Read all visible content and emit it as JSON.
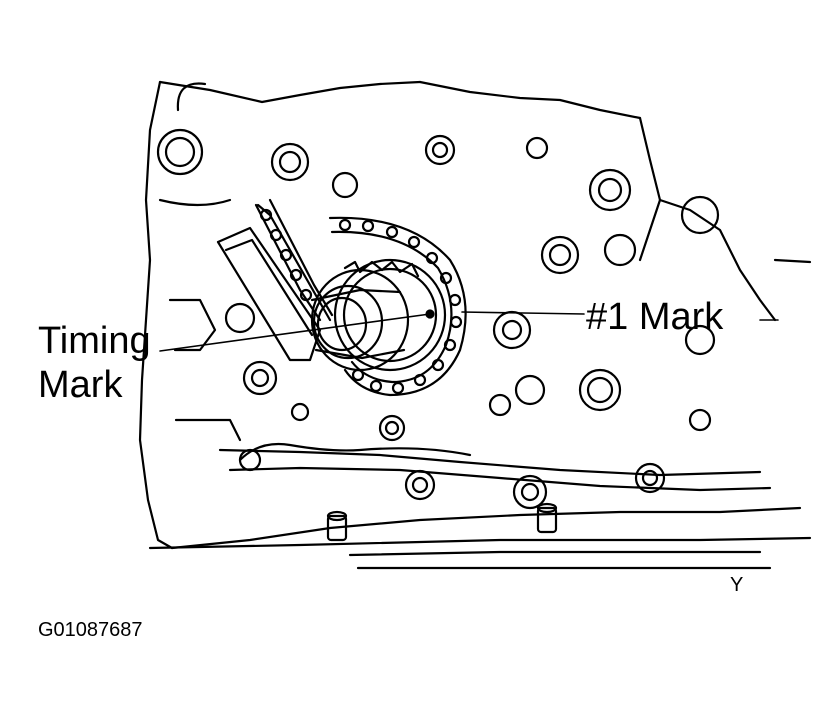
{
  "labels": {
    "timing_mark_line1": "Timing",
    "timing_mark_line2": "Mark",
    "number_one_mark": "#1 Mark",
    "view_letter": "Y",
    "figure_id": "G01087687"
  },
  "colors": {
    "ink": "#000000",
    "paper": "#ffffff"
  }
}
